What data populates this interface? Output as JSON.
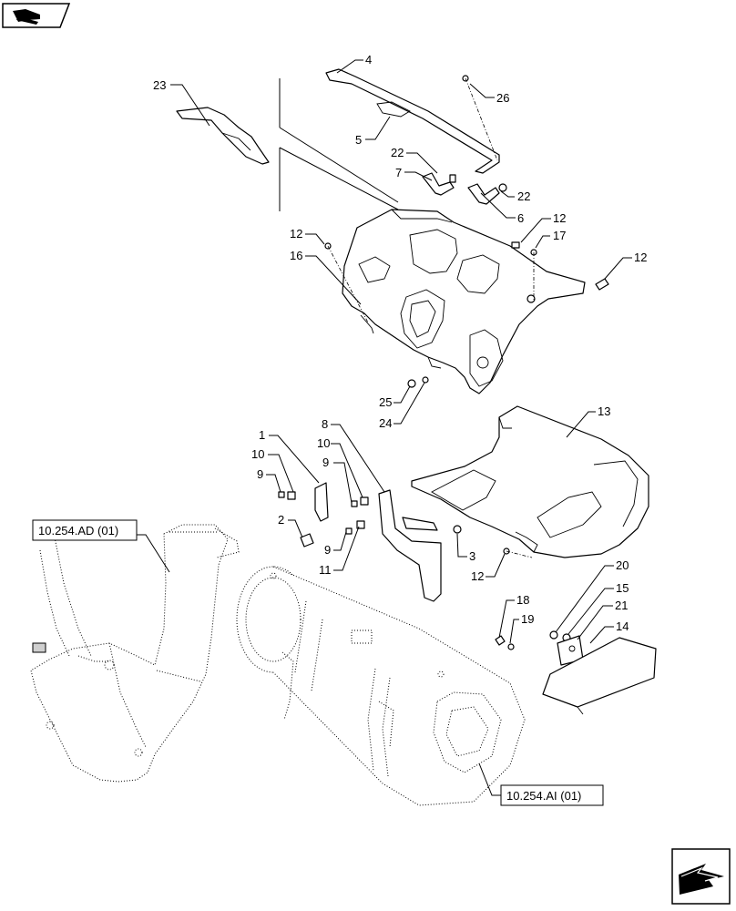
{
  "header": {
    "logo_icon": "book-hand-icon"
  },
  "callouts": {
    "c1": "1",
    "c2": "2",
    "c3": "3",
    "c4": "4",
    "c5": "5",
    "c6": "6",
    "c7": "7",
    "c8": "8",
    "c9a": "9",
    "c9b": "9",
    "c9c": "9",
    "c10a": "10",
    "c10b": "10",
    "c11": "11",
    "c12a": "12",
    "c12b": "12",
    "c12c": "12",
    "c12d": "12",
    "c13": "13",
    "c14": "14",
    "c15": "15",
    "c16": "16",
    "c17": "17",
    "c18": "18",
    "c19": "19",
    "c20": "20",
    "c21": "21",
    "c22a": "22",
    "c22b": "22",
    "c23": "23",
    "c24": "24",
    "c25": "25",
    "c26": "26"
  },
  "references": {
    "ref_ad": "10.254.AD (01)",
    "ref_ai": "10.254.AI (01)"
  },
  "footer": {
    "nav_icon": "next-page-arrow-icon"
  }
}
